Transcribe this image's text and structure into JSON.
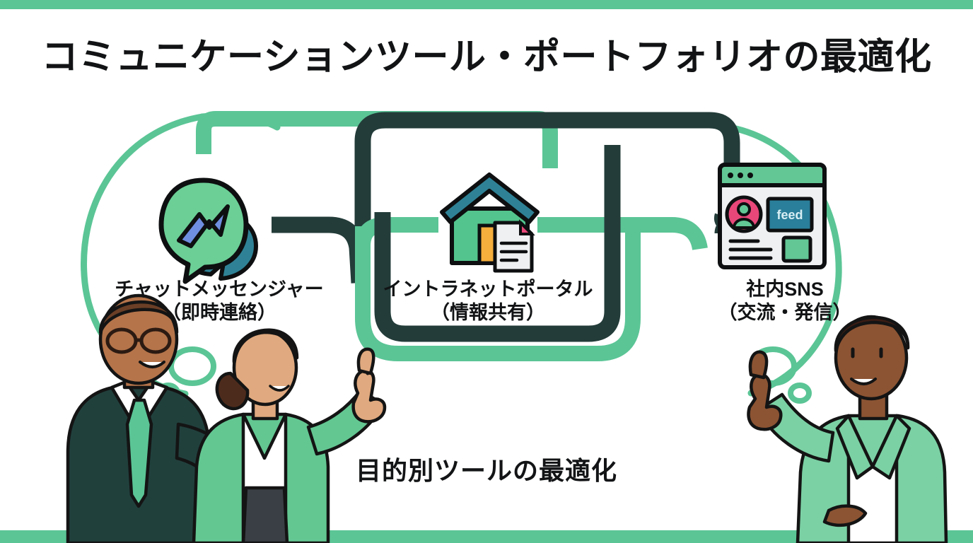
{
  "page": {
    "title": "コミュニケーションツール・ポートフォリオの最適化",
    "bottom_caption": "目的別ツールの最適化",
    "accent_green": "#5bc596",
    "dark_teal": "#233c39",
    "bar_green": "#5bc596",
    "text_color": "#111314"
  },
  "nodes": [
    {
      "id": "chat-messenger",
      "line1": "チャットメッセンジャー",
      "line2": "（即時連絡）",
      "icon": "chat-bubbles-icon",
      "icon_colors": {
        "front_bubble": "#6bcf96",
        "back_bubble": "#2f8296",
        "bolt": "#6f8ee0",
        "outline": "#0d0f10"
      }
    },
    {
      "id": "intranet-portal",
      "line1": "イントラネットポータル",
      "line2": "（情報共有）",
      "icon": "house-document-icon",
      "icon_colors": {
        "roof": "#2f8296",
        "body": "#53c48d",
        "door": "#f6ae3c",
        "document": "#eef0f1",
        "corner": "#e8477a",
        "outline": "#0d0f10"
      }
    },
    {
      "id": "internal-sns",
      "line1": "社内SNS",
      "line2": "（交流・発信）",
      "icon": "browser-feed-icon",
      "icon_badge_text": "feed",
      "icon_colors": {
        "titlebar": "#62c795",
        "window": "#eef0f1",
        "avatar_ring": "#e8477a",
        "avatar_person": "#62c795",
        "feed_box": "#2a7f9a",
        "green_tile": "#62c795",
        "outline": "#0d0f10"
      }
    }
  ],
  "people": [
    {
      "id": "person-left-man",
      "description": "man-with-glasses-dark-suit",
      "skin": "#b5744a",
      "hair": "#6b3f26",
      "suit": "#20403c",
      "tie": "#5bc596",
      "shirt": "#ffffff"
    },
    {
      "id": "person-left-woman",
      "description": "woman-pointing-up-green-blazer",
      "skin": "#e0a97f",
      "hair": "#4d2b1c",
      "blazer": "#63c792",
      "shirt": "#ffffff"
    },
    {
      "id": "person-right-man",
      "description": "man-pointing-up-green-blazer",
      "skin": "#8c5433",
      "hair": "#3b1d14",
      "blazer": "#7bd1a4",
      "shirt": "#ffffff"
    }
  ],
  "thought_bubbles": [
    {
      "id": "thought-bubble-left",
      "shape": "cloud-arc"
    },
    {
      "id": "thought-bubble-right",
      "shape": "cloud-arc"
    }
  ]
}
